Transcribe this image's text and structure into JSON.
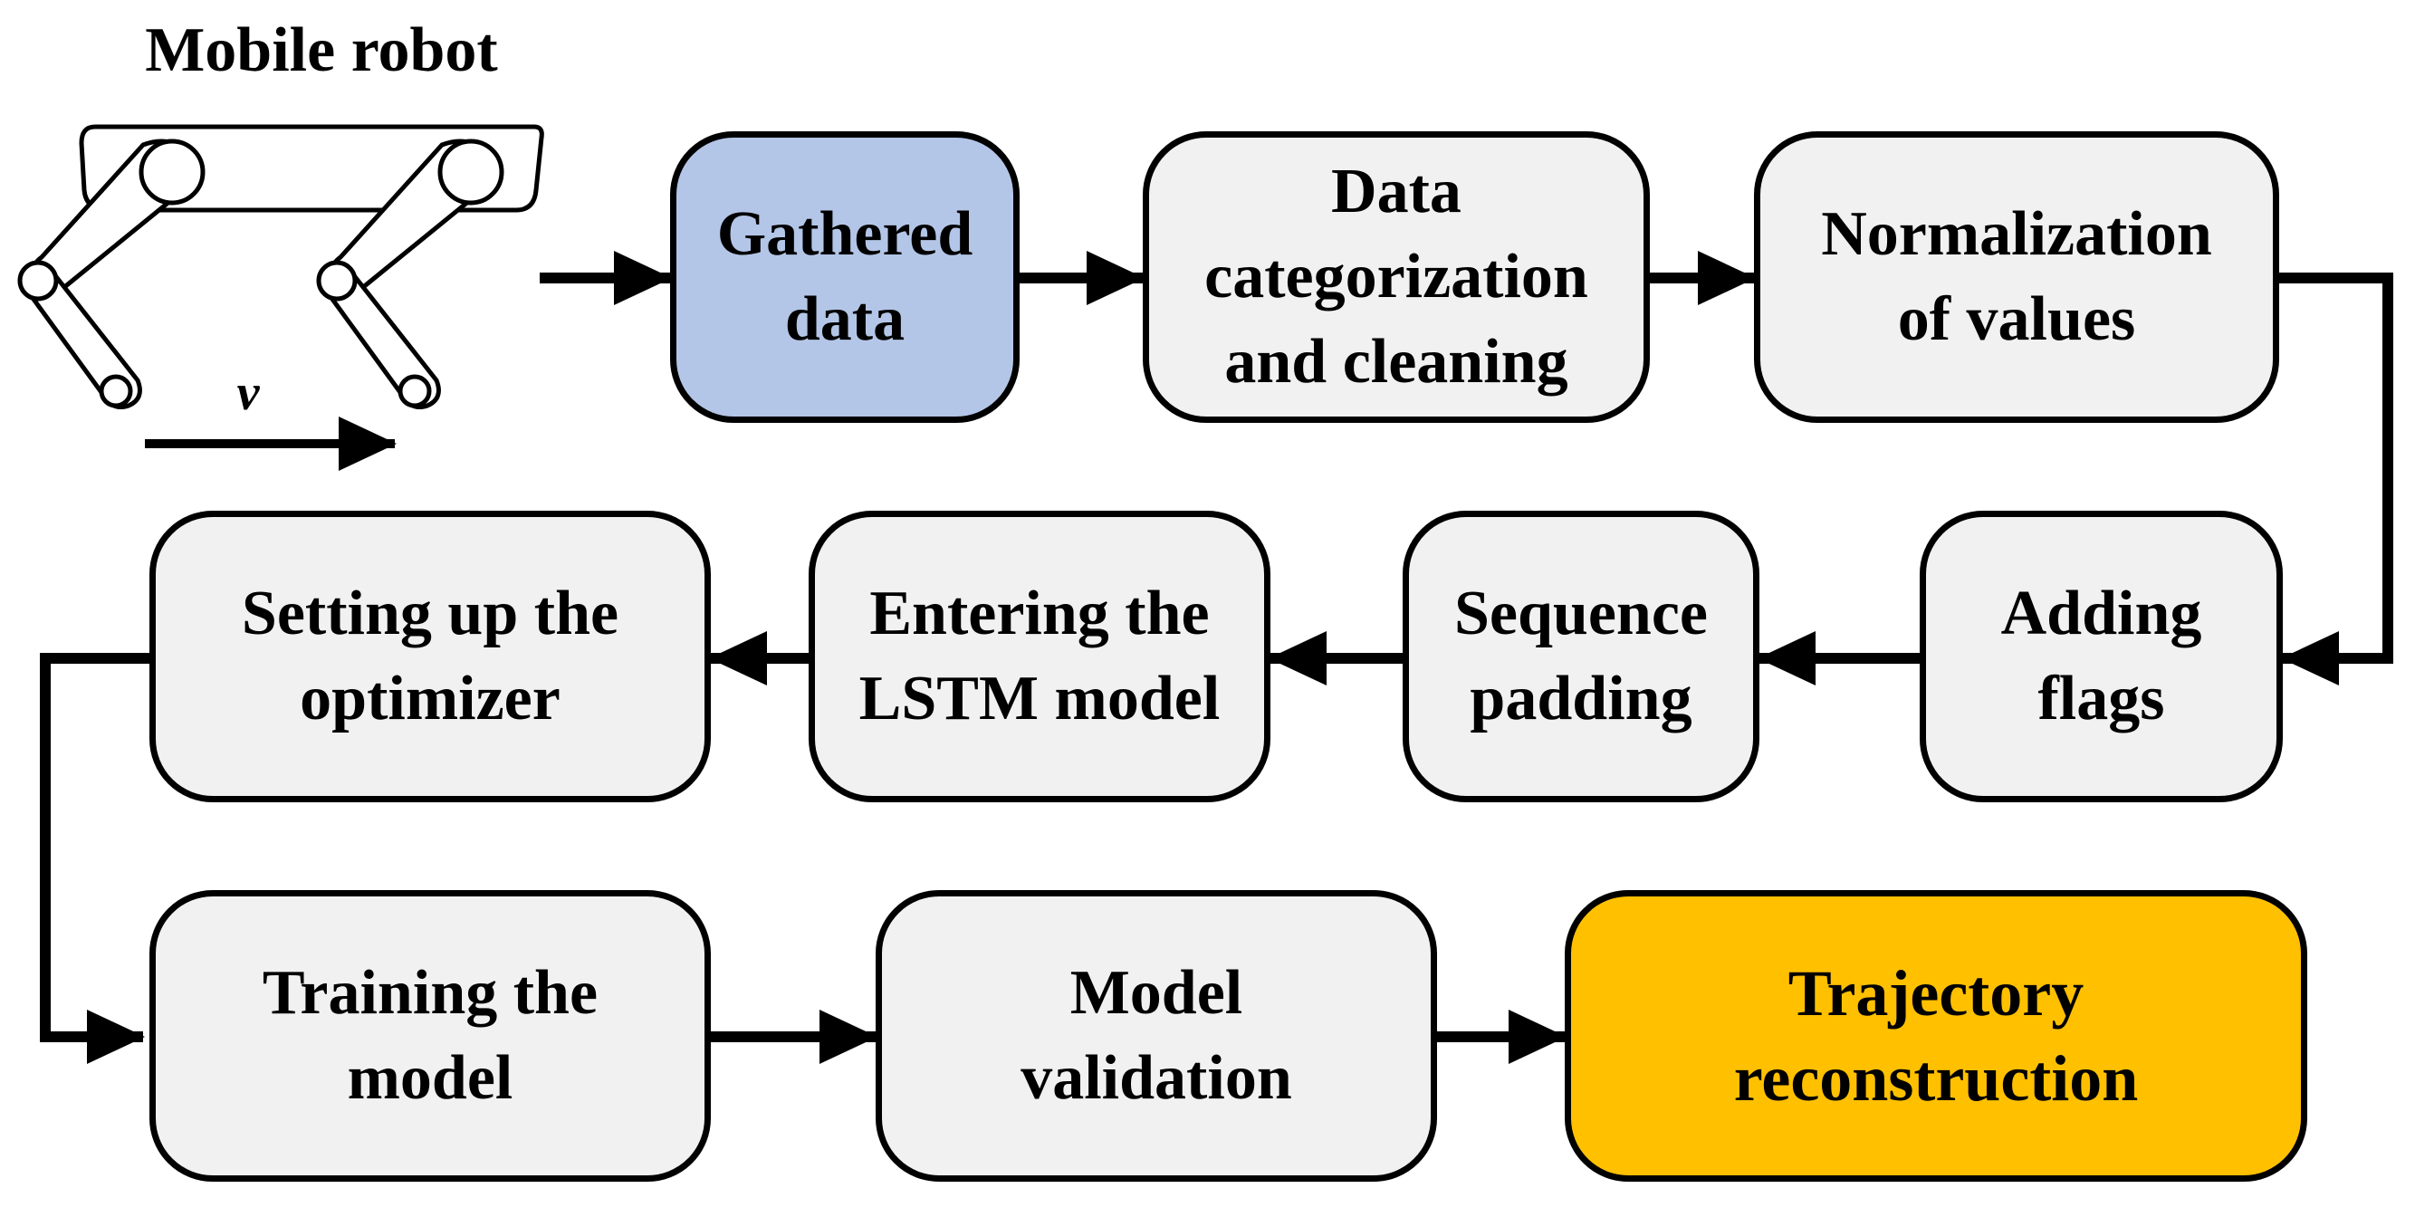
{
  "robot": {
    "title": "Mobile robot",
    "velocity_label": "v"
  },
  "colors": {
    "box_default": "#f1f1f1",
    "box_start": "#b4c6e7",
    "box_end": "#ffc000",
    "stroke": "#000000"
  },
  "steps": [
    {
      "id": "gathered-data",
      "label": "Gathered\ndata",
      "style": "start"
    },
    {
      "id": "data-categorization",
      "label": "Data\ncategorization\nand cleaning",
      "style": "default"
    },
    {
      "id": "normalization",
      "label": "Normalization\nof values",
      "style": "default"
    },
    {
      "id": "adding-flags",
      "label": "Adding\nflags",
      "style": "default"
    },
    {
      "id": "sequence-padding",
      "label": "Sequence\npadding",
      "style": "default"
    },
    {
      "id": "entering-lstm",
      "label": "Entering the\nLSTM model",
      "style": "default"
    },
    {
      "id": "optimizer-setup",
      "label": "Setting up the\noptimizer",
      "style": "default"
    },
    {
      "id": "training",
      "label": "Training the\nmodel",
      "style": "default"
    },
    {
      "id": "validation",
      "label": "Model\nvalidation",
      "style": "default"
    },
    {
      "id": "trajectory-reconstruction",
      "label": "Trajectory\nreconstruction",
      "style": "end"
    }
  ]
}
